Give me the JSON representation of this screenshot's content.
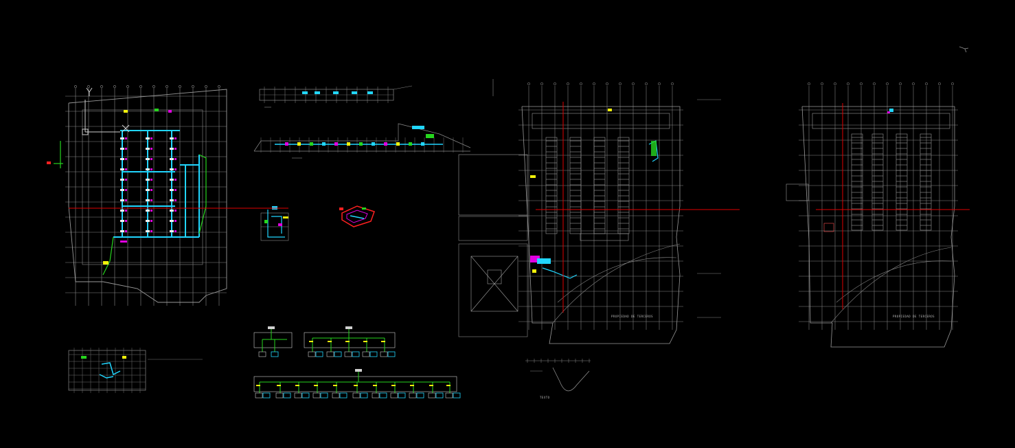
{
  "drawing": {
    "background": "#000000",
    "colors": {
      "linework": "#8a8a8a",
      "linework_light": "#b5b5b5",
      "section_cut": "#e00000",
      "duct_cyan": "#21d6ff",
      "duct_blue": "#2a5cff",
      "riser_green": "#26d61e",
      "equipment_magenta": "#e000e0",
      "highlight_yellow": "#f2f20a",
      "equipment_red": "#ff2020"
    },
    "labels": {
      "plan_c_title": "PROPIEDAD DE TERCEROS",
      "plan_d_title": "PROPIEDAD DE TERCEROS",
      "detail_title": "TEXTO"
    },
    "icons": [
      "ucs-icon",
      "viewcube-icon"
    ]
  }
}
